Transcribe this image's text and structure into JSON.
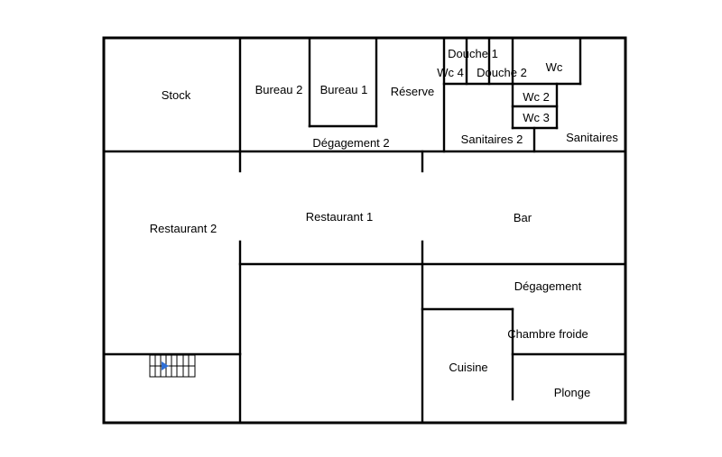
{
  "rooms": {
    "stock": "Stock",
    "bureau2": "Bureau 2",
    "bureau1": "Bureau 1",
    "reserve": "Réserve",
    "douche1": "Douche 1",
    "wc4": "Wc 4",
    "douche2": "Douche 2",
    "wc": "Wc",
    "wc2": "Wc 2",
    "wc3": "Wc 3",
    "degagement2": "Dégagement 2",
    "sanitaires2": "Sanitaires 2",
    "sanitaires": "Sanitaires",
    "restaurant2": "Restaurant 2",
    "restaurant1": "Restaurant 1",
    "bar": "Bar",
    "degagement": "Dégagement",
    "chambre_froide": "Chambre froide",
    "cuisine": "Cuisine",
    "plonge": "Plonge"
  },
  "colors": {
    "walls": "#000000",
    "stair_arrow": "#2f6fd6"
  },
  "icons": {
    "stairs": "stairs-icon"
  }
}
